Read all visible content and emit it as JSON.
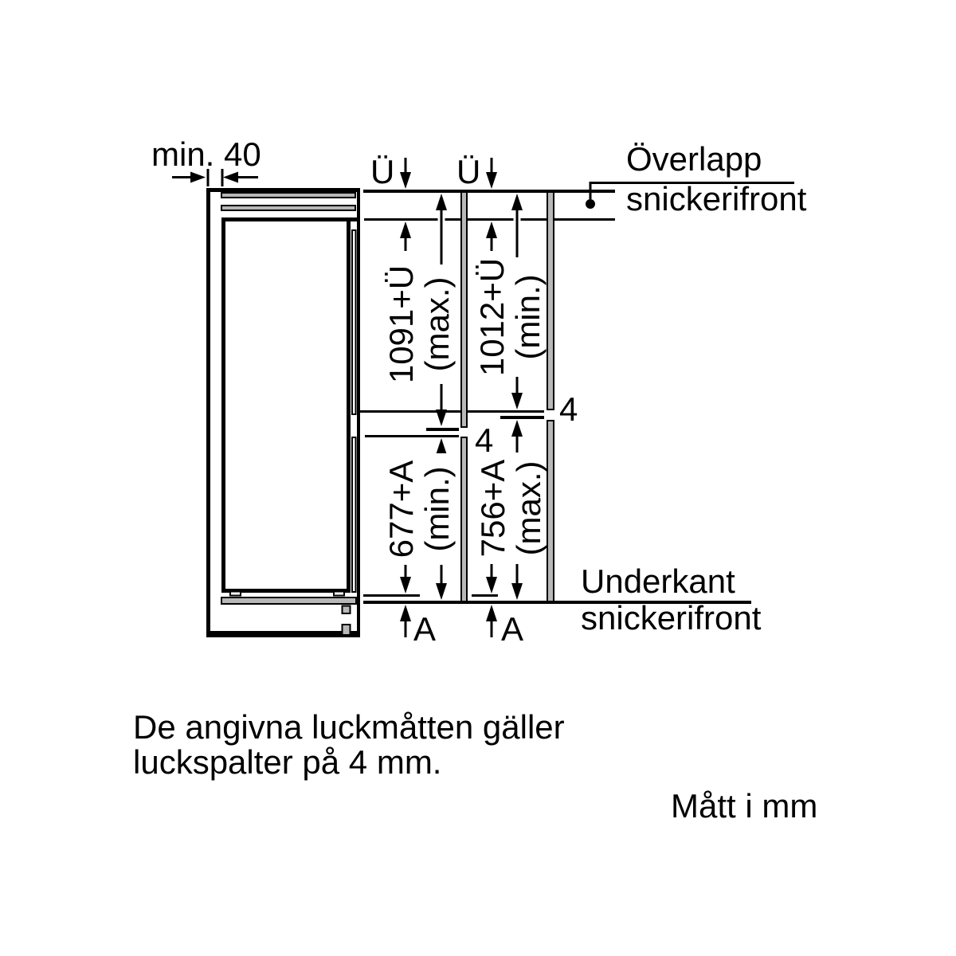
{
  "figure": {
    "side_clearance_label": "min. 40",
    "overlap_symbol": "Ü",
    "bottom_clearance_symbol": "A",
    "door_gap_mm": "4",
    "overlap_callout": {
      "line1": "Överlapp",
      "line2": "snickerifront"
    },
    "bottom_edge_callout": {
      "line1": "Underkant",
      "line2": "snickerifront"
    },
    "door_dimensions": {
      "upper_door_max": {
        "value": "1091+Ü",
        "qualifier": "(max.)"
      },
      "upper_door_min": {
        "value": "1012+Ü",
        "qualifier": "(min.)"
      },
      "lower_door_min": {
        "value": "677+A",
        "qualifier": "(min.)"
      },
      "lower_door_max": {
        "value": "756+A",
        "qualifier": "(max.)"
      }
    },
    "note": {
      "line1": "De angivna luckmåtten gäller",
      "line2": "luckspalter på 4 mm."
    },
    "units_label": "Mått i mm",
    "colors": {
      "line": "#000000",
      "panel_fill": "#b8b8b8",
      "background": "#ffffff"
    }
  }
}
